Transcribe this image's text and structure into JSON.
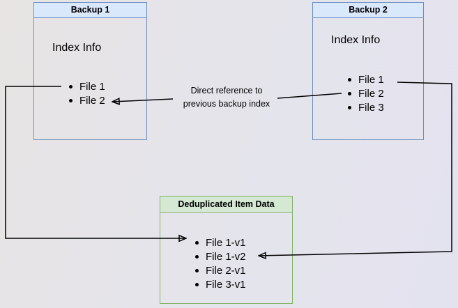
{
  "diagram": {
    "backup1": {
      "title": "Backup 1",
      "subtitle": "Index Info",
      "files": [
        "File 1",
        "File 2"
      ]
    },
    "backup2": {
      "title": "Backup 2",
      "subtitle": "Index Info",
      "files": [
        "File 1",
        "File 2",
        "File 3"
      ]
    },
    "dedup": {
      "title": "Deduplicated Item Data",
      "files": [
        "File 1-v1",
        "File 1-v2",
        "File 2-v1",
        "File 3-v1"
      ]
    },
    "annotation": {
      "line1": "Direct reference to",
      "line2": "previous backup index"
    },
    "colors": {
      "blue_fill": "#dae8fc",
      "blue_border": "#6c8ebf",
      "green_fill": "#d5e8d4",
      "green_border": "#82b366",
      "connector": "#000000",
      "background_left": "#e7e4e3",
      "background_right": "#e3e3f0"
    }
  }
}
